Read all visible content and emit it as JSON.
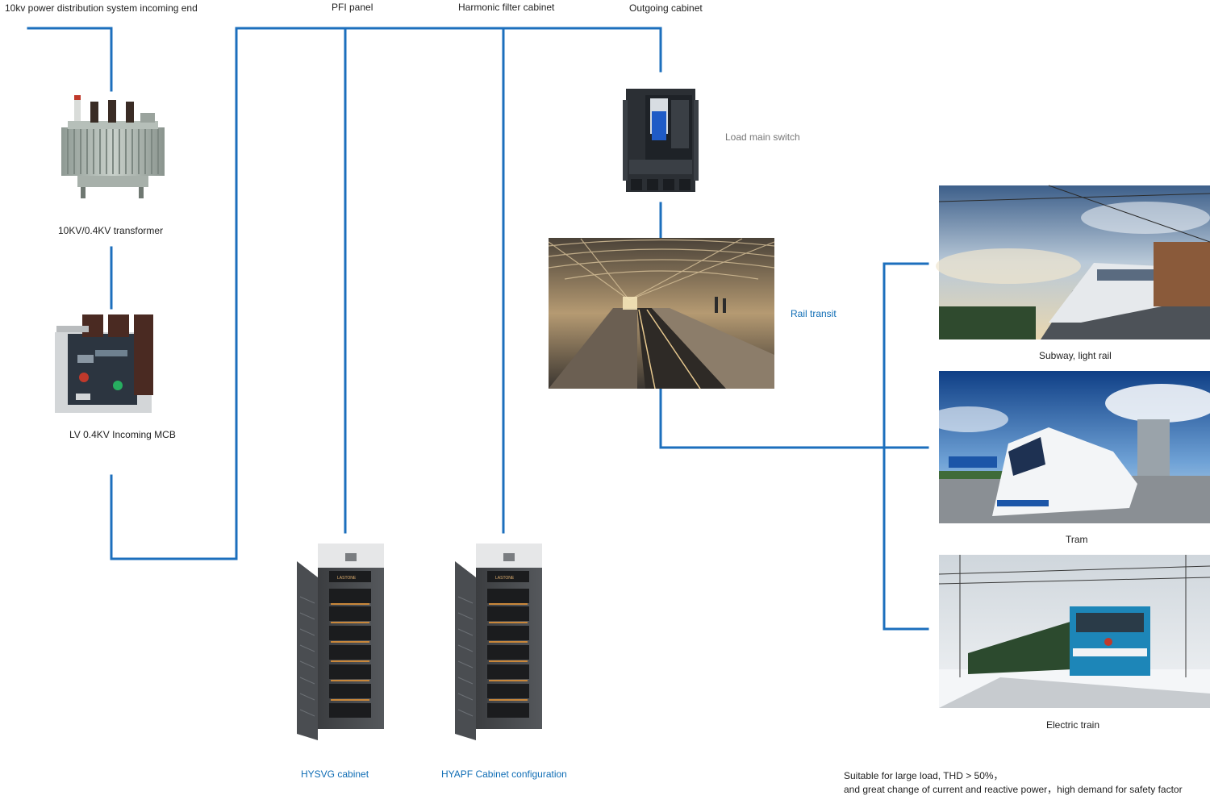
{
  "colors": {
    "line": "#1c6fbd",
    "accent_text": "#0f6db5",
    "label_text": "#222222",
    "muted_text": "#777777"
  },
  "labels": {
    "incoming_end": "10kv power distribution system incoming end",
    "pfi_panel": "PFI panel",
    "harmonic_filter": "Harmonic filter cabinet",
    "outgoing_cabinet": "Outgoing cabinet",
    "transformer": "10KV/0.4KV transformer",
    "incoming_mcb": "LV 0.4KV Incoming MCB",
    "load_main_switch": "Load main switch",
    "rail_transit": "Rail transit",
    "hysvg_cabinet": "HYSVG cabinet",
    "hyapf_cabinet": "HYAPF Cabinet configuration",
    "subway": "Subway, light rail",
    "tram": "Tram",
    "electric_train": "Electric train"
  },
  "note": {
    "line1": "Suitable for large load, THD > 50%，",
    "line2": "and great change of current and reactive power，high demand for safety factor"
  },
  "product_marks": {
    "cabinet_brand": "LASTONE"
  }
}
